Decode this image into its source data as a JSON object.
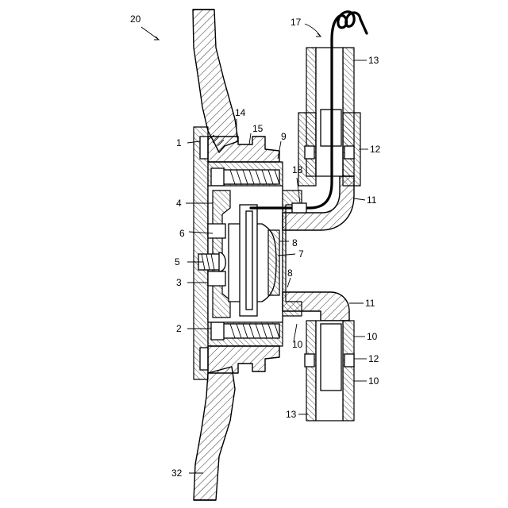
{
  "figure": {
    "labels": {
      "l20": "20",
      "l17": "17",
      "l13a": "13",
      "l14": "14",
      "l15": "15",
      "l1": "1",
      "l9": "9",
      "l12a": "12",
      "l18": "18",
      "l11a": "11",
      "l4": "4",
      "l6": "6",
      "l8a": "8",
      "l7": "7",
      "l5": "5",
      "l8b": "8",
      "l3": "3",
      "l11b": "11",
      "l2": "2",
      "l10a": "10",
      "l10b": "10",
      "l12b": "12",
      "l10c": "10",
      "l13b": "13",
      "l32": "32"
    }
  }
}
